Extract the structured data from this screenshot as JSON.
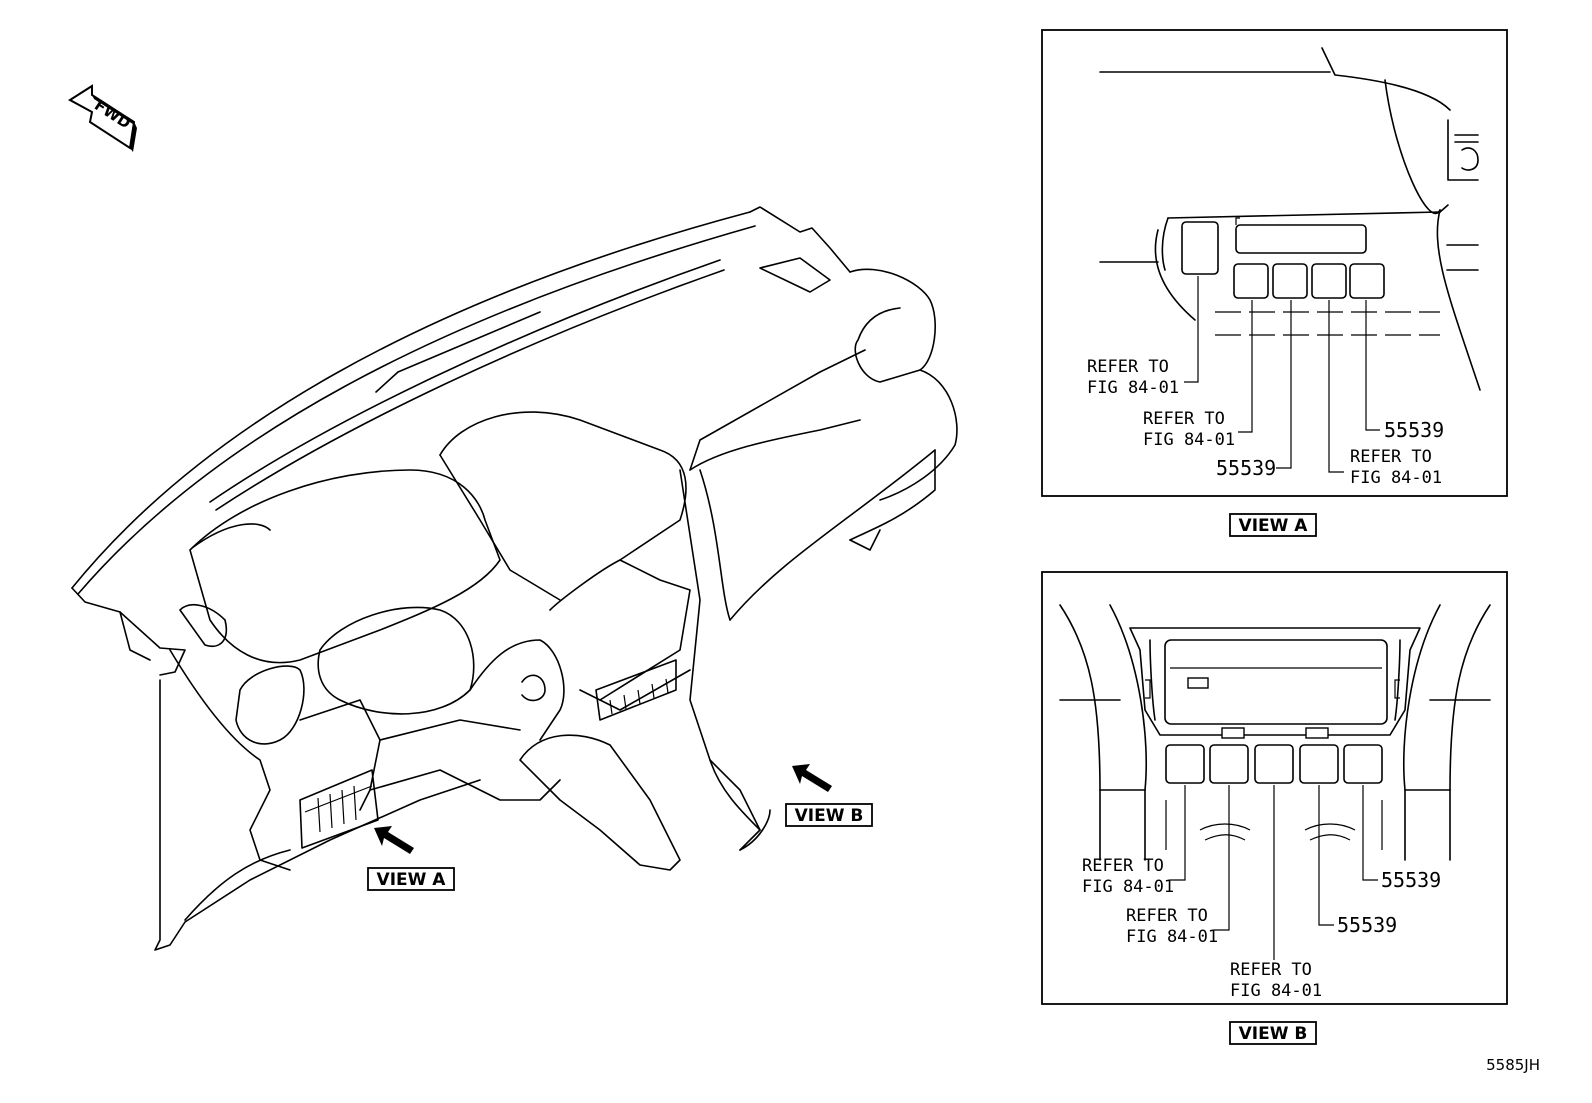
{
  "diagram": {
    "fwd_label": "FWD",
    "drawing_code": "5585JH",
    "main_view_labels": {
      "view_a": "VIEW A",
      "view_b": "VIEW B"
    },
    "view_a": {
      "caption": "VIEW A",
      "callouts": [
        {
          "line1": "REFER TO",
          "line2": "FIG 84-01"
        },
        {
          "line1": "REFER TO",
          "line2": "FIG 84-01"
        },
        {
          "line1": "55539"
        },
        {
          "line1": "REFER TO",
          "line2": "FIG 84-01"
        },
        {
          "line1": "55539"
        }
      ]
    },
    "view_b": {
      "caption": "VIEW B",
      "callouts": [
        {
          "line1": "REFER TO",
          "line2": "FIG 84-01"
        },
        {
          "line1": "REFER TO",
          "line2": "FIG 84-01"
        },
        {
          "line1": "REFER TO",
          "line2": "FIG 84-01"
        },
        {
          "line1": "55539"
        },
        {
          "line1": "55539"
        }
      ]
    }
  }
}
